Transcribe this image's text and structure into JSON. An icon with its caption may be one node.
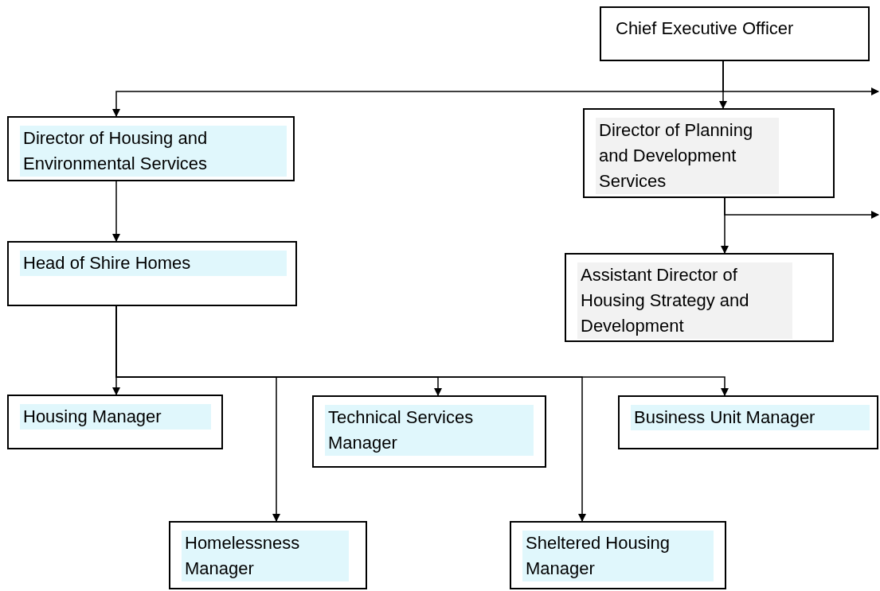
{
  "diagram": {
    "nodes": [
      {
        "text": [
          "Chief Executive Officer"
        ]
      },
      {
        "text": [
          "Director of Housing and Environmental Services"
        ]
      },
      {
        "text": [
          "Director of Planning and Development Services"
        ]
      },
      {
        "text": [
          "Head of Shire Homes"
        ]
      },
      {
        "text": [
          "Assistant Director of Housing Strategy and Development"
        ]
      },
      {
        "text": [
          "Housing Manager"
        ]
      },
      {
        "text": [
          "Technical Services Manager"
        ]
      },
      {
        "text": [
          "Business Unit Manager"
        ]
      },
      {
        "text": [
          "Homelessness Manager"
        ]
      },
      {
        "text": [
          "Sheltered Housing Manager"
        ]
      }
    ],
    "edges": [
      {
        "from": 0,
        "to": 1,
        "arrow": "to"
      },
      {
        "from": 0,
        "to": 2,
        "arrow": "to"
      },
      {
        "from": 0,
        "to": null,
        "arrow": "to"
      },
      {
        "from": 1,
        "to": 3,
        "arrow": "to"
      },
      {
        "from": 2,
        "to": null,
        "arrow": "to"
      },
      {
        "from": 2,
        "to": 4,
        "arrow": "to"
      },
      {
        "from": 3,
        "to": 5,
        "arrow": "to"
      },
      {
        "from": 3,
        "to": 8,
        "arrow": "to"
      },
      {
        "from": 3,
        "to": 6,
        "arrow": "to"
      },
      {
        "from": 3,
        "to": 9,
        "arrow": "to"
      },
      {
        "from": 3,
        "to": 7,
        "arrow": "to"
      }
    ]
  }
}
